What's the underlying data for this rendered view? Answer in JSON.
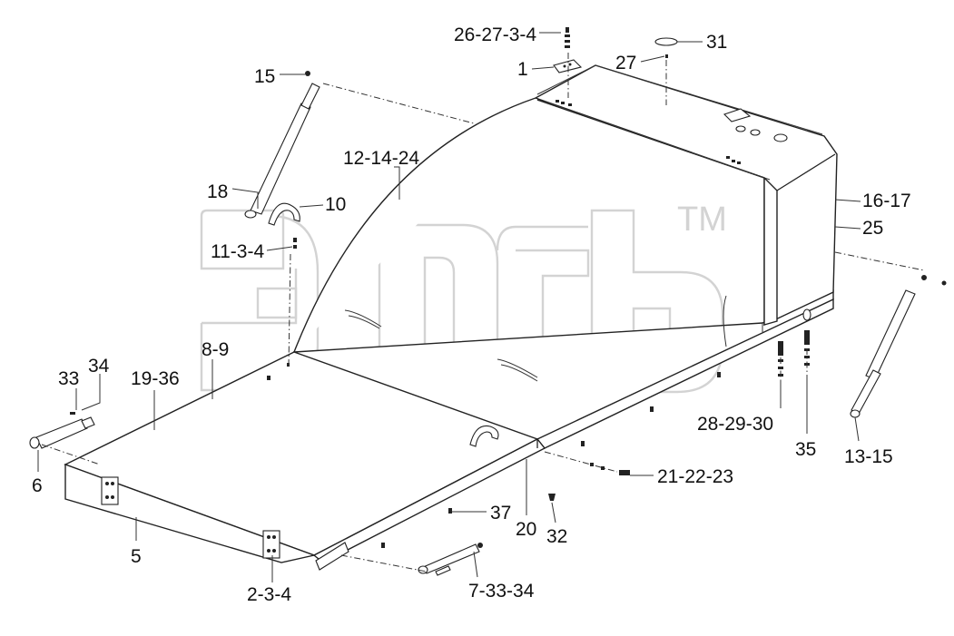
{
  "diagram": {
    "watermark": {
      "mark": "TM"
    },
    "labels": {
      "l1": "1",
      "l26_27_3_4": "26-27-3-4",
      "l31": "31",
      "l27": "27",
      "l15": "15",
      "l12_14_24": "12-14-24",
      "l18": "18",
      "l10": "10",
      "l11_3_4": "11-3-4",
      "l16_17": "16-17",
      "l25": "25",
      "l8_9": "8-9",
      "l19_36": "19-36",
      "l33": "33",
      "l34": "34",
      "l6": "6",
      "l5": "5",
      "l2_3_4": "2-3-4",
      "l20": "20",
      "l32": "32",
      "l37": "37",
      "l21_22_23": "21-22-23",
      "l28_29_30": "28-29-30",
      "l35": "35",
      "l13_15": "13-15",
      "l7_33_34": "7-33-34"
    },
    "colors": {
      "line": "#222222",
      "watermark": "#d3d3d3",
      "background": "#ffffff"
    }
  }
}
